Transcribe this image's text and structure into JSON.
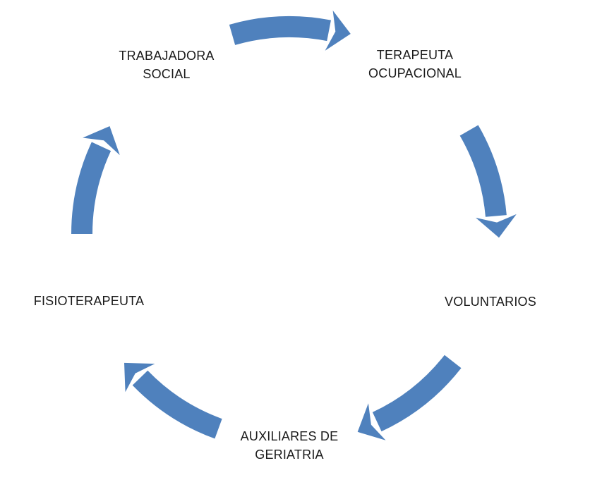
{
  "theme": {
    "arrow_color": "#4f81bd",
    "text_color": "#1a1a1a",
    "background": "#ffffff"
  },
  "diagram": {
    "type": "cycle",
    "direction": "clockwise",
    "labels": [
      {
        "id": "trabajadora-social",
        "text": "TRABAJADORA\nSOCIAL"
      },
      {
        "id": "terapeuta-ocupacional",
        "text": "TERAPEUTA\nOCUPACIONAL"
      },
      {
        "id": "voluntarios",
        "text": "VOLUNTARIOS"
      },
      {
        "id": "auxiliares-de-geriatria",
        "text": "AUXILIARES DE\nGERIATRIA"
      },
      {
        "id": "fisioterapeuta",
        "text": "FISIOTERAPEUTA"
      }
    ],
    "flow": [
      {
        "from": "TRABAJADORA SOCIAL",
        "to": "TERAPEUTA OCUPACIONAL"
      },
      {
        "from": "TERAPEUTA OCUPACIONAL",
        "to": "VOLUNTARIOS"
      },
      {
        "from": "VOLUNTARIOS",
        "to": "AUXILIARES DE GERIATRIA"
      },
      {
        "from": "AUXILIARES DE GERIATRIA",
        "to": "FISIOTERAPEUTA"
      },
      {
        "from": "FISIOTERAPEUTA",
        "to": "TRABAJADORA SOCIAL"
      }
    ]
  }
}
